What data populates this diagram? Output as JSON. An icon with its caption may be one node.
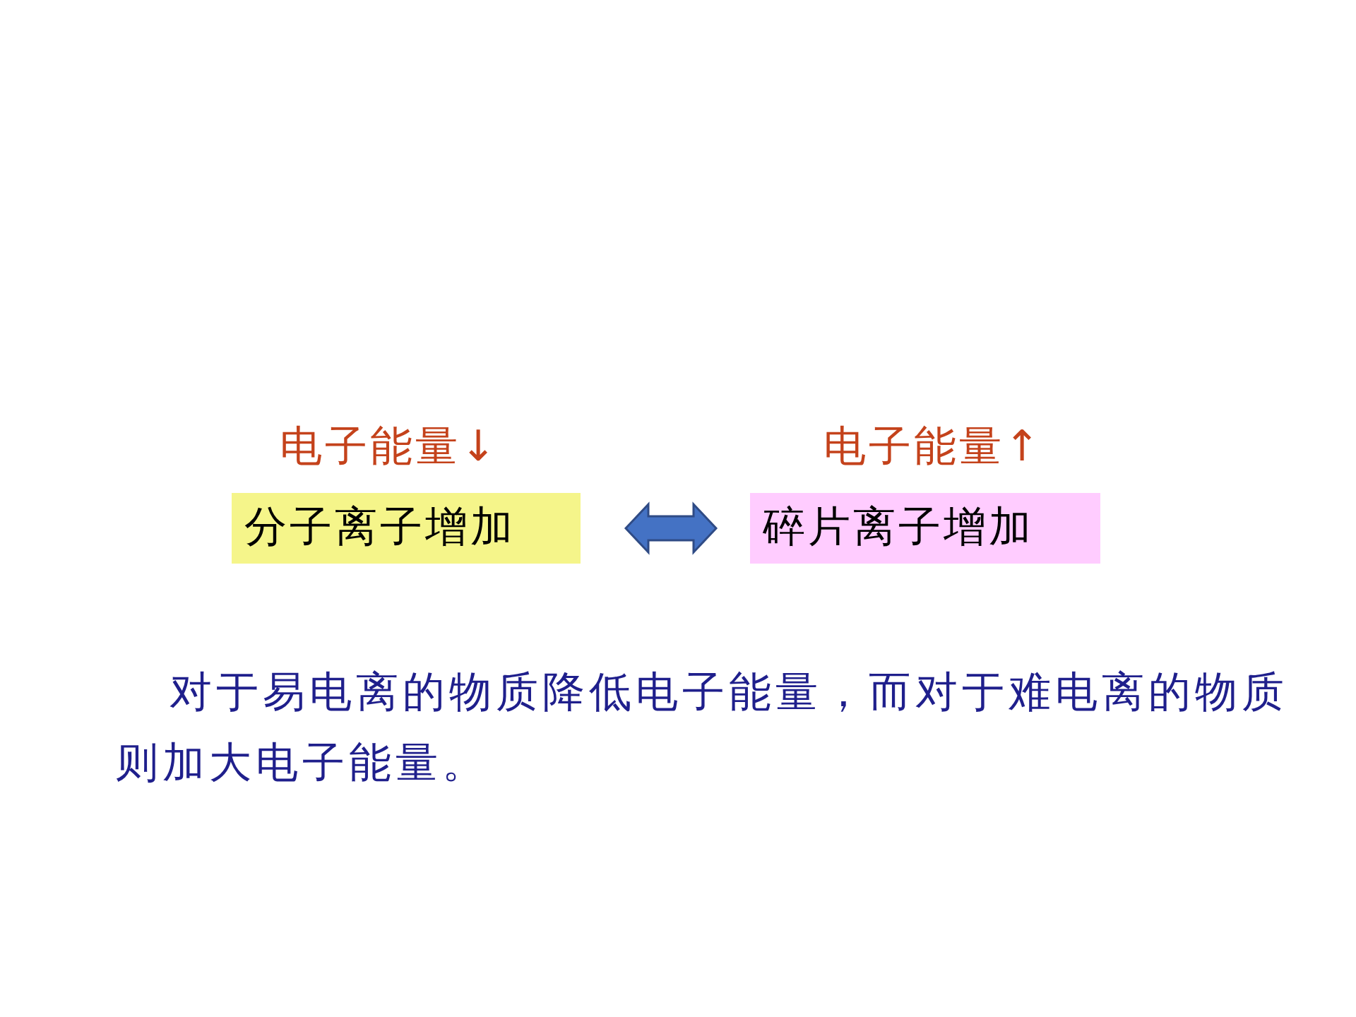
{
  "diagram": {
    "nodes": [
      {
        "text": [
          "电子能量↓",
          "分子离子增加"
        ]
      },
      {
        "text": [
          "电子能量↑",
          "碎片离子增加"
        ]
      }
    ],
    "edges": [
      {
        "from": 0,
        "to": 1,
        "arrow": "both"
      }
    ],
    "labels": [
      "对于易电离的物质降低电子能量，而对于难电离的物质则加大电子能量。"
    ]
  }
}
